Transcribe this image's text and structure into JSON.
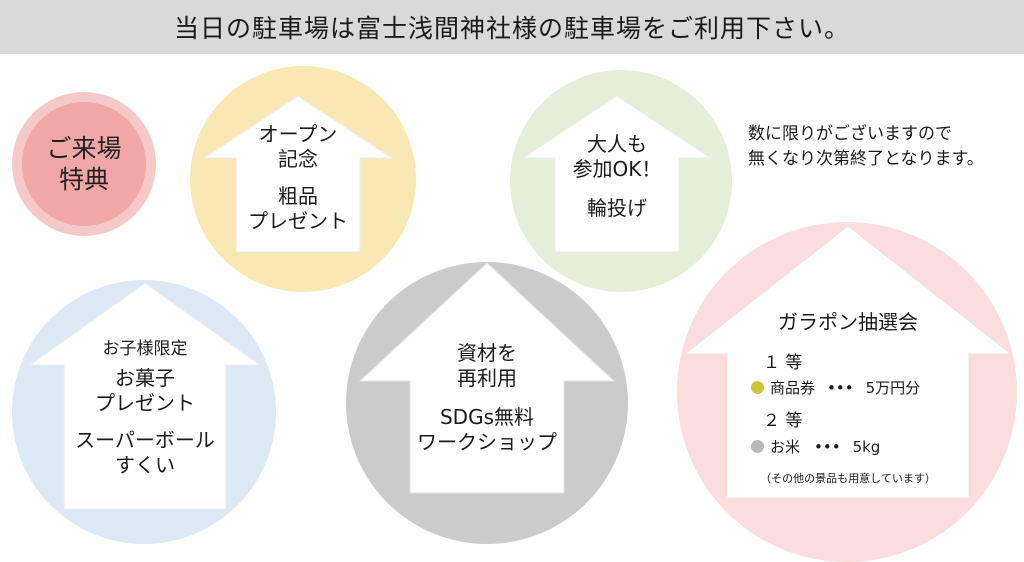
{
  "banner": "当日の駐車場は富士浅間神社様の駐車場をご利用下さい。",
  "badge": {
    "line1": "ご来場",
    "line2": "特典"
  },
  "opening": {
    "l1": "オープン",
    "l2": "記念",
    "l3": "粗品",
    "l4": "プレゼント"
  },
  "adult": {
    "l1": "大人も",
    "l2": "参加OK！",
    "l3": "輪投げ"
  },
  "note": {
    "l1": "数に限りがございますので",
    "l2": "無くなり次第終了となります。"
  },
  "kids": {
    "l1": "お子様限定",
    "l2": "お菓子",
    "l3": "プレゼント",
    "l4": "スーパーボール",
    "l5": "すくい"
  },
  "sdgs": {
    "l1": "資材を",
    "l2": "再利用",
    "l3": "SDGs無料",
    "l4": "ワークショップ"
  },
  "lottery": {
    "title": "ガラポン抽選会",
    "first_rank": "１ 等",
    "first_prize": "商品券",
    "first_dots": "•••",
    "first_value": "5万円分",
    "second_rank": "２ 等",
    "second_prize": "お米",
    "second_dots": "•••",
    "second_value": "5kg",
    "footnote": "（その他の景品も用意しています）"
  },
  "colors": {
    "badge_outer": "#f6c9c9",
    "badge_inner": "#f2a7a7",
    "yellow": "#fae8b4",
    "green": "#e4eed8",
    "blue": "#dde8f5",
    "gray": "#cbcbcb",
    "pink": "#fbdddd",
    "gold_dot": "#cdc437",
    "gray_dot": "#b8b8b8"
  }
}
